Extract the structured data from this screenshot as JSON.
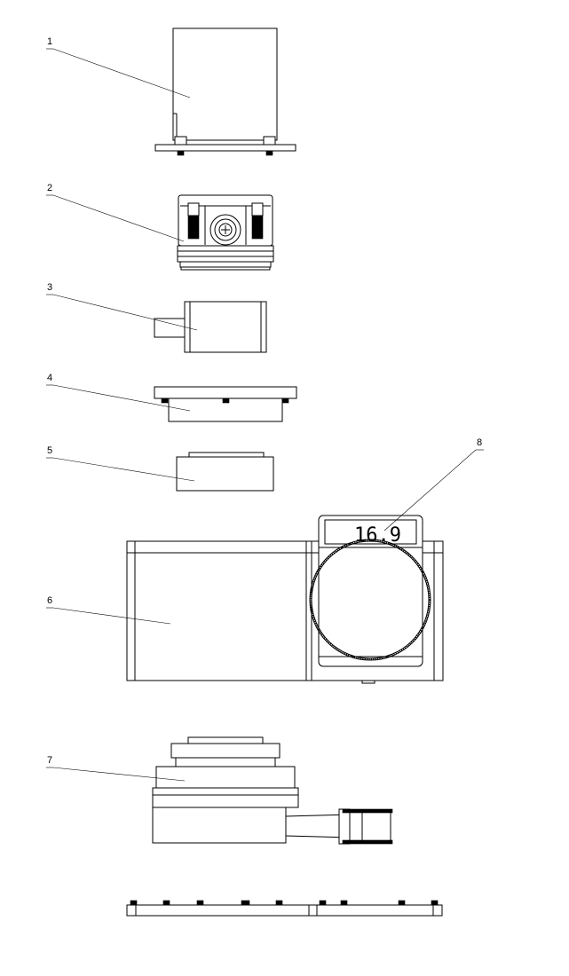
{
  "callouts": [
    {
      "number": "1"
    },
    {
      "number": "2"
    },
    {
      "number": "3"
    },
    {
      "number": "4"
    },
    {
      "number": "5"
    },
    {
      "number": "6"
    },
    {
      "number": "7"
    },
    {
      "number": "8"
    }
  ],
  "display": {
    "reading": "16.9"
  },
  "colors": {
    "line": "#000000",
    "background": "#ffffff"
  }
}
